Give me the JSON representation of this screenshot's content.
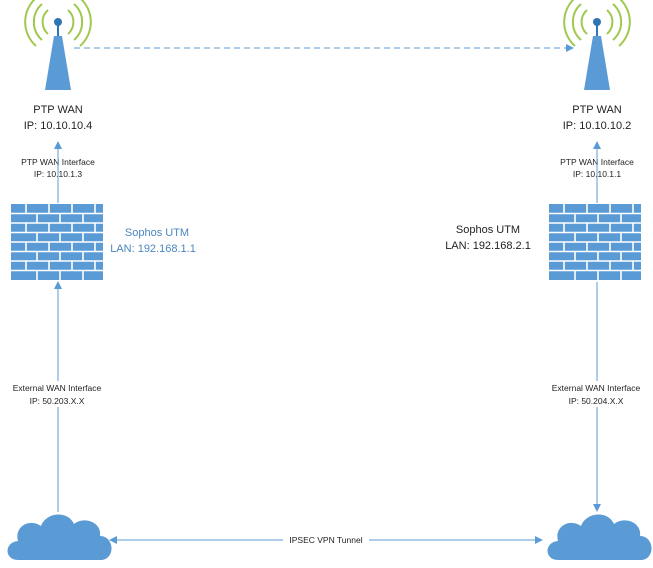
{
  "colors": {
    "shape_fill": "#5b9bd5",
    "line": "#5b9bd5",
    "dash": "#5b9bd5",
    "wave": "#9ec94c",
    "mast": "#2e75b6",
    "brick": "#ffffff",
    "text": "#1f1f1f",
    "label_blue": "#4a86c0"
  },
  "icons": {
    "antenna": "antenna-tower-icon",
    "firewall": "firewall-icon",
    "cloud": "cloud-icon"
  },
  "left": {
    "ptp_title": "PTP WAN",
    "ptp_ip": "IP:  10.10.10.4",
    "iface_title": "PTP WAN Interface",
    "iface_ip": "IP: 10.10.1.3",
    "utm_name": "Sophos UTM",
    "utm_lan": "LAN: 192.168.1.1",
    "ext_title": "External WAN Interface",
    "ext_ip": "IP: 50.203.X.X"
  },
  "right": {
    "ptp_title": "PTP WAN",
    "ptp_ip": "IP:  10.10.10.2",
    "iface_title": "PTP WAN Interface",
    "iface_ip": "IP: 10.10.1.1",
    "utm_name": "Sophos UTM",
    "utm_lan": "LAN: 192.168.2.1",
    "ext_title": "External WAN Interface",
    "ext_ip": "IP: 50.204.X.X"
  },
  "tunnel_label": "IPSEC VPN Tunnel"
}
